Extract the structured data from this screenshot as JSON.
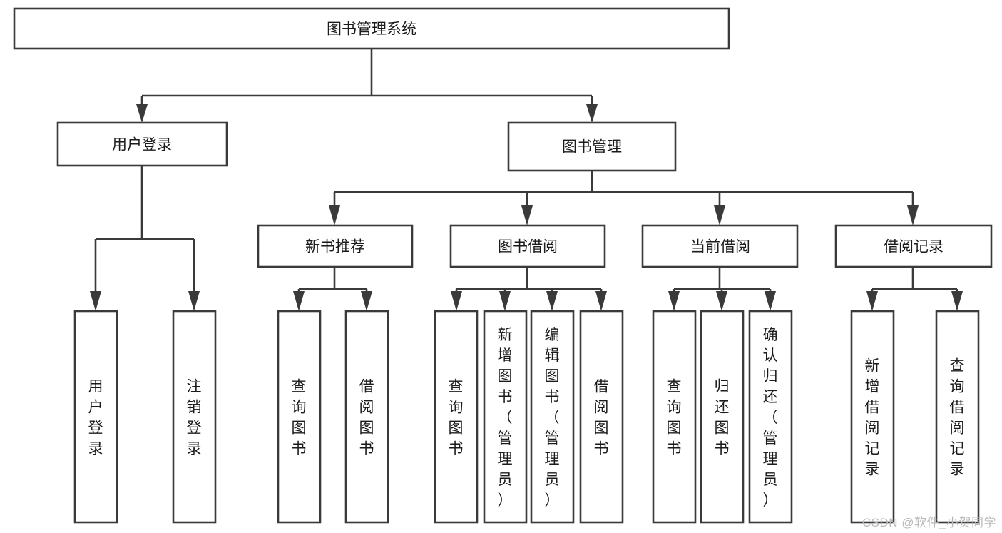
{
  "diagram": {
    "type": "hierarchy-tree",
    "title": "图书管理系统",
    "orientation": "top-down",
    "levels": 4,
    "root": {
      "id": "root",
      "label": "图书管理系统",
      "text_orientation": "horizontal"
    },
    "level2": [
      {
        "id": "user-login",
        "label": "用户登录",
        "text_orientation": "horizontal"
      },
      {
        "id": "book-manage",
        "label": "图书管理",
        "text_orientation": "horizontal"
      }
    ],
    "level3": [
      {
        "id": "new-book-recommend",
        "label": "新书推荐",
        "text_orientation": "horizontal",
        "parent": "book-manage"
      },
      {
        "id": "book-borrow",
        "label": "图书借阅",
        "text_orientation": "horizontal",
        "parent": "book-manage"
      },
      {
        "id": "current-borrow",
        "label": "当前借阅",
        "text_orientation": "horizontal",
        "parent": "book-manage"
      },
      {
        "id": "borrow-record",
        "label": "借阅记录",
        "text_orientation": "horizontal",
        "parent": "book-manage"
      }
    ],
    "leaves": {
      "user-login": [
        {
          "id": "leaf-user-login",
          "label": "用户登录",
          "text_orientation": "vertical"
        },
        {
          "id": "leaf-logout",
          "label": "注销登录",
          "text_orientation": "vertical"
        }
      ],
      "new-book-recommend": [
        {
          "id": "leaf-query-book-1",
          "label": "查询图书",
          "text_orientation": "vertical"
        },
        {
          "id": "leaf-borrow-book-1",
          "label": "借阅图书",
          "text_orientation": "vertical"
        }
      ],
      "book-borrow": [
        {
          "id": "leaf-query-book-2",
          "label": "查询图书",
          "text_orientation": "vertical"
        },
        {
          "id": "leaf-add-book",
          "label": "新增图书（管理员）",
          "text_orientation": "vertical"
        },
        {
          "id": "leaf-edit-book",
          "label": "编辑图书（管理员）",
          "text_orientation": "vertical"
        },
        {
          "id": "leaf-borrow-book-2",
          "label": "借阅图书",
          "text_orientation": "vertical"
        }
      ],
      "current-borrow": [
        {
          "id": "leaf-query-book-3",
          "label": "查询图书",
          "text_orientation": "vertical"
        },
        {
          "id": "leaf-return-book",
          "label": "归还图书",
          "text_orientation": "vertical"
        },
        {
          "id": "leaf-confirm-return",
          "label": "确认归还（管理员）",
          "text_orientation": "vertical"
        }
      ],
      "borrow-record": [
        {
          "id": "leaf-add-record",
          "label": "新增借阅记录",
          "text_orientation": "vertical"
        },
        {
          "id": "leaf-query-record",
          "label": "查询借阅记录",
          "text_orientation": "vertical"
        }
      ]
    },
    "colors": {
      "background": "#ffffff",
      "box_fill": "#ffffff",
      "box_stroke": "#3a3a3a",
      "connector": "#3a3a3a",
      "text": "#1b1b1b",
      "watermark": "#b9b9b9"
    }
  },
  "watermark": {
    "text": "CSDN @软件_小贺同学"
  }
}
